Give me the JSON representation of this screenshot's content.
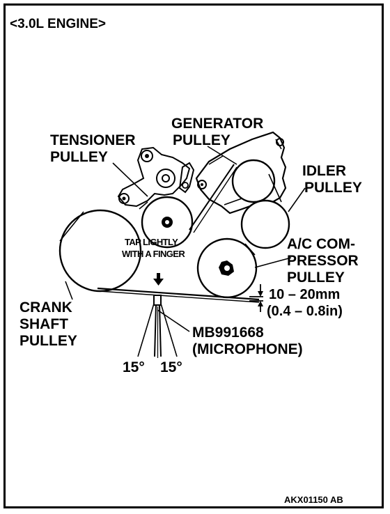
{
  "title": "<3.0L ENGINE>",
  "labels": {
    "generator": [
      "GENERATOR",
      "PULLEY"
    ],
    "tensioner": [
      "TENSIONER",
      "PULLEY"
    ],
    "idler": [
      "IDLER",
      "PULLEY"
    ],
    "ac": [
      "A/C COM-",
      "PRESSOR",
      "PULLEY"
    ],
    "crank": [
      "CRANK",
      "SHAFT",
      "PULLEY"
    ],
    "tap": [
      "TAP LIGHTLY",
      "WITH A FINGER"
    ],
    "deflection": [
      "10 – 20mm",
      "(0.4 – 0.8in)"
    ],
    "tool": [
      "MB991668",
      "(MICROPHONE)"
    ],
    "angle_left": "15°",
    "angle_right": "15°"
  },
  "figure_code": "AKX01150 AB"
}
